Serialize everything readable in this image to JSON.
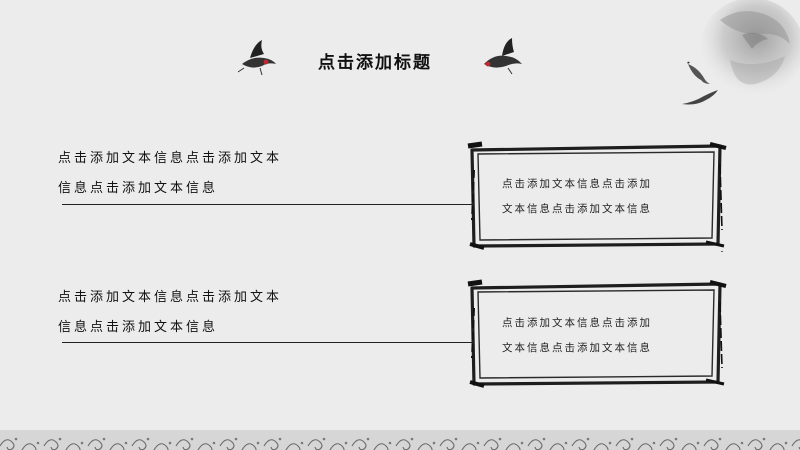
{
  "slide": {
    "title": "点击添加标题",
    "blocks": [
      {
        "left_line1": "点击添加文本信息点击添加文本",
        "left_line2": "信息点击添加文本信息",
        "box_line1": "点击添加文本信息点击添加",
        "box_line2": "文本信息点击添加文本信息"
      },
      {
        "left_line1": "点击添加文本信息点击添加文本",
        "left_line2": "信息点击添加文本信息",
        "box_line1": "点击添加文本信息点击添加",
        "box_line2": "文本信息点击添加文本信息"
      }
    ]
  },
  "colors": {
    "background": "#ececec",
    "ink": "#1a1a1a",
    "bird_crest": "#c0282d"
  },
  "icons": [
    "crane-bird-icon",
    "ink-wash-decoration",
    "koi-fish-icon",
    "wave-pattern-decoration",
    "ink-scroll-frame"
  ]
}
